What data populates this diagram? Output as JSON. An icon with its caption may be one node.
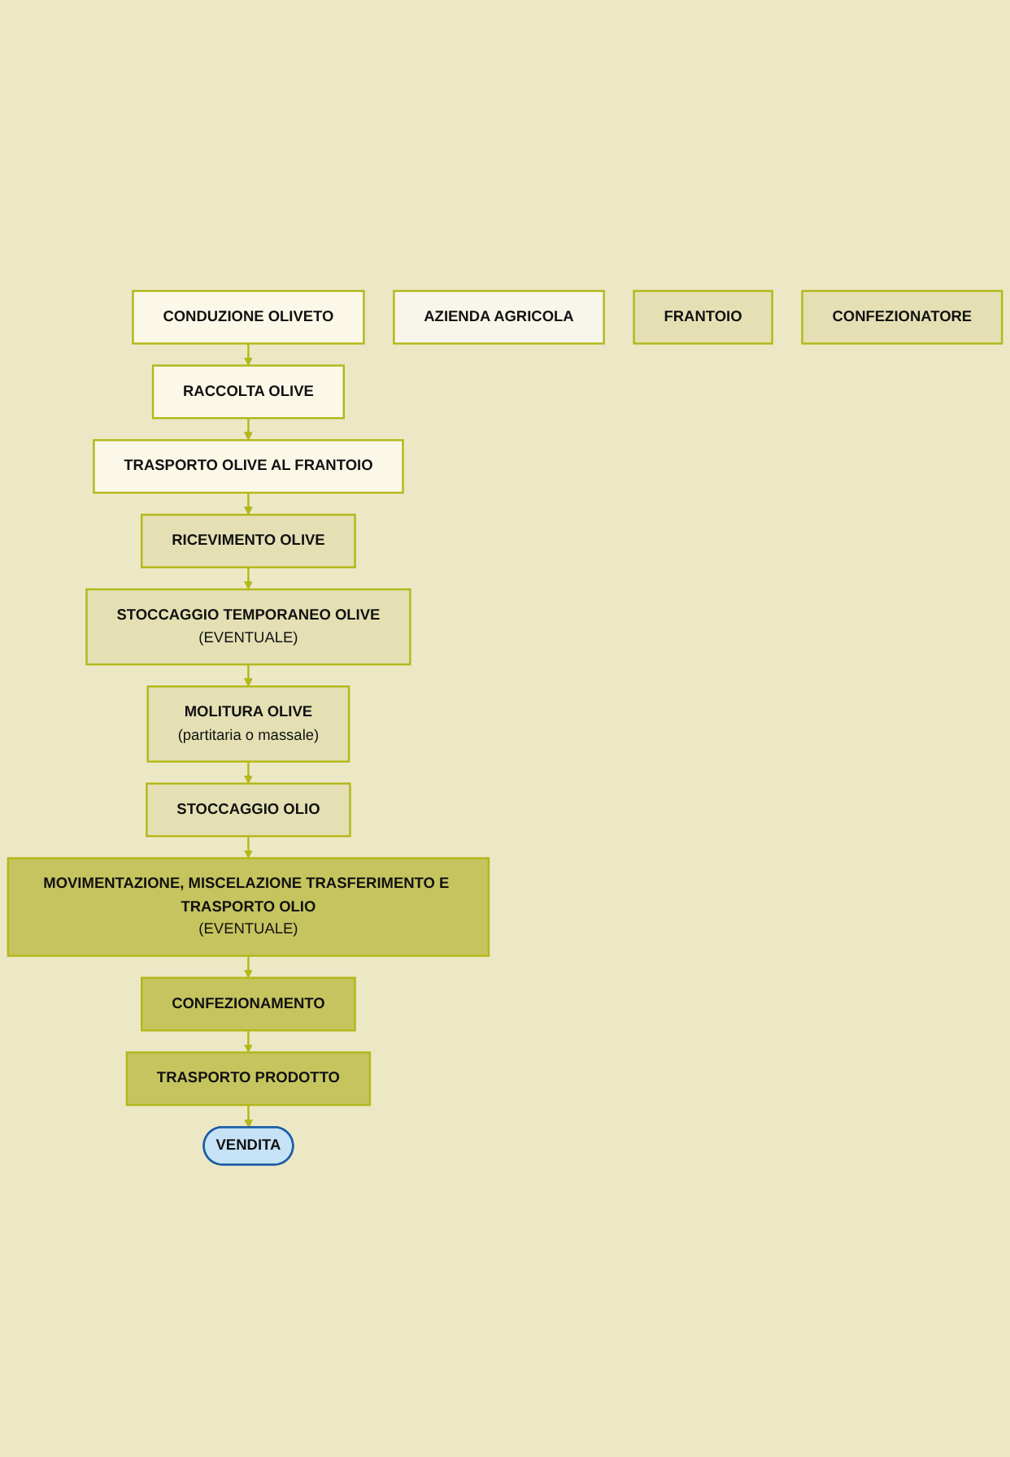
{
  "diagram": {
    "nodes": [
      {
        "text": [
          "CONDUZIONE OLIVETO"
        ]
      },
      {
        "text": [
          "RACCOLTA OLIVE"
        ]
      },
      {
        "text": [
          "TRASPORTO OLIVE AL FRANTOIO"
        ]
      },
      {
        "text": [
          "RICEVIMENTO OLIVE"
        ]
      },
      {
        "text": [
          "STOCCAGGIO TEMPORANEO OLIVE",
          "(EVENTUALE)"
        ]
      },
      {
        "text": [
          "MOLITURA OLIVE",
          "(partitaria o massale)"
        ]
      },
      {
        "text": [
          "STOCCAGGIO OLIO"
        ]
      },
      {
        "text": [
          "MOVIMENTAZIONE, MISCELAZIONE TRASFERIMENTO E TRASPORTO OLIO",
          "(EVENTUALE)"
        ]
      },
      {
        "text": [
          "CONFEZIONAMENTO"
        ]
      },
      {
        "text": [
          "TRASPORTO PRODOTTO"
        ]
      },
      {
        "text": [
          "VENDITA"
        ]
      },
      {
        "text": [
          "AZIENDA AGRICOLA"
        ]
      },
      {
        "text": [
          "FRANTOIO"
        ]
      },
      {
        "text": [
          "CONFEZIONATORE"
        ]
      }
    ],
    "edges": [
      {
        "from": 0,
        "to": 1,
        "arrow": "to"
      },
      {
        "from": 1,
        "to": 2,
        "arrow": "to"
      },
      {
        "from": 2,
        "to": 3,
        "arrow": "to"
      },
      {
        "from": 3,
        "to": 4,
        "arrow": "to"
      },
      {
        "from": 4,
        "to": 5,
        "arrow": "to"
      },
      {
        "from": 5,
        "to": 6,
        "arrow": "to"
      },
      {
        "from": 6,
        "to": 7,
        "arrow": "to"
      },
      {
        "from": 7,
        "to": 8,
        "arrow": "to"
      },
      {
        "from": 8,
        "to": 9,
        "arrow": "to"
      },
      {
        "from": 9,
        "to": 10,
        "arrow": "to"
      }
    ]
  }
}
